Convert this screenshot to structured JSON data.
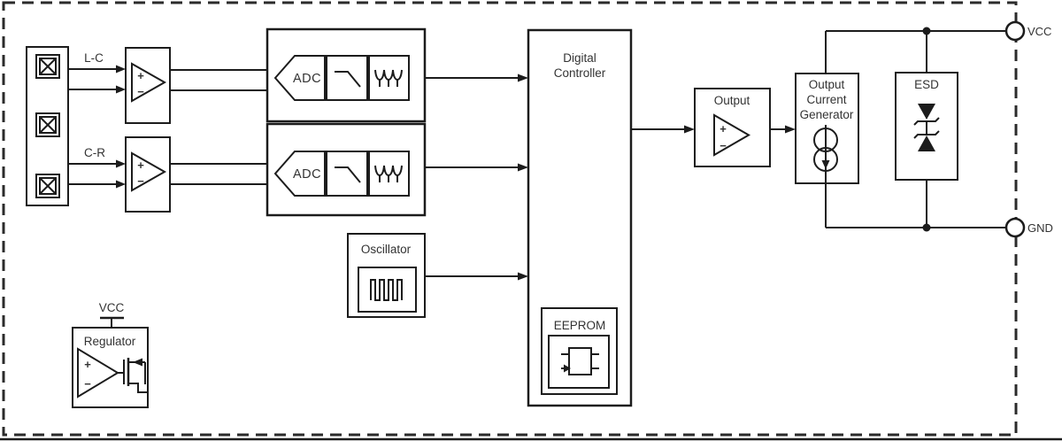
{
  "diagram": {
    "labels": {
      "lc": "L-C",
      "cr": "C-R",
      "adc_top": "ADC",
      "adc_bottom": "ADC",
      "oscillator": "Oscillator",
      "dc_line1": "Digital",
      "dc_line2": "Controller",
      "eeprom": "EEPROM",
      "output": "Output",
      "ocg_line1": "Output",
      "ocg_line2": "Current",
      "ocg_line3": "Generator",
      "esd": "ESD",
      "regulator": "Regulator",
      "regulator_supply": "VCC",
      "vcc_terminal": "VCC",
      "gnd_terminal": "GND",
      "opamp_plus": "+",
      "opamp_minus": "−"
    },
    "colors": {
      "line": "#1c1c1c",
      "text": "#333333",
      "background": "#ffffff"
    }
  }
}
